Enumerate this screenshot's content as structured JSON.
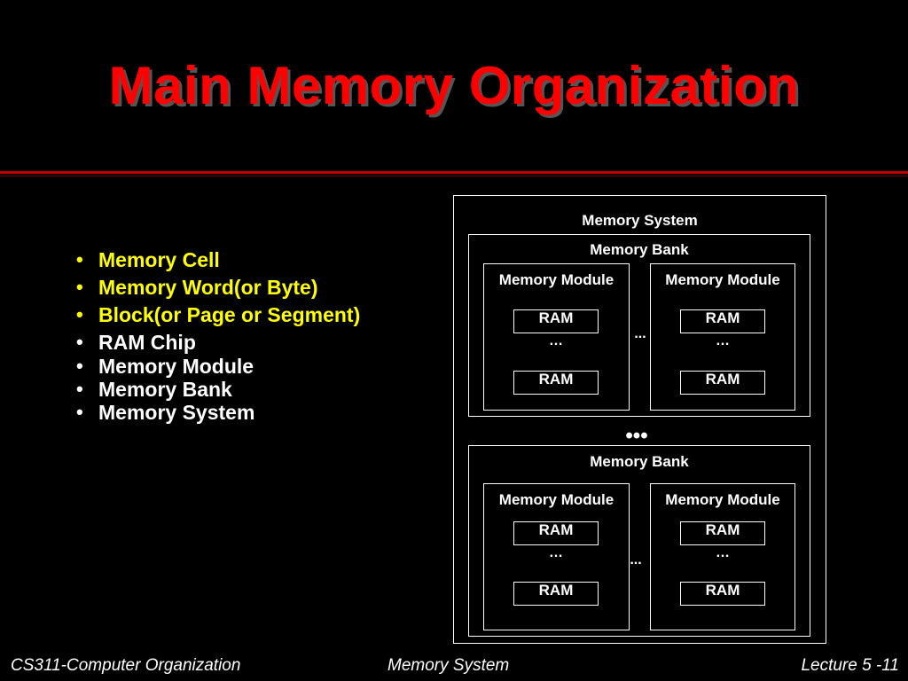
{
  "slide": {
    "title": "Main Memory Organization",
    "accent_color": "#ff0000",
    "bullet_color_highlight": "#ffff00",
    "bullets": [
      {
        "text": "Memory Cell",
        "highlight": true
      },
      {
        "text": "Memory Word(or Byte)",
        "highlight": true
      },
      {
        "text": "Block(or Page or Segment)",
        "highlight": true
      },
      {
        "text": "RAM Chip",
        "highlight": false
      },
      {
        "text": "Memory Module",
        "highlight": false
      },
      {
        "text": "Memory Bank",
        "highlight": false
      },
      {
        "text": "Memory System",
        "highlight": false
      }
    ],
    "bullet_glyph": "•"
  },
  "diagram": {
    "system_label": "Memory System",
    "bank_label": "Memory Bank",
    "module_label": "Memory Module",
    "ram_label": "RAM",
    "vertical_ellipsis": "…",
    "inline_ellipsis": "...",
    "between_banks_ellipsis": "•••"
  },
  "footer": {
    "left": "CS311-Computer Organization",
    "center": "Memory System",
    "right": "Lecture 5 -11"
  }
}
